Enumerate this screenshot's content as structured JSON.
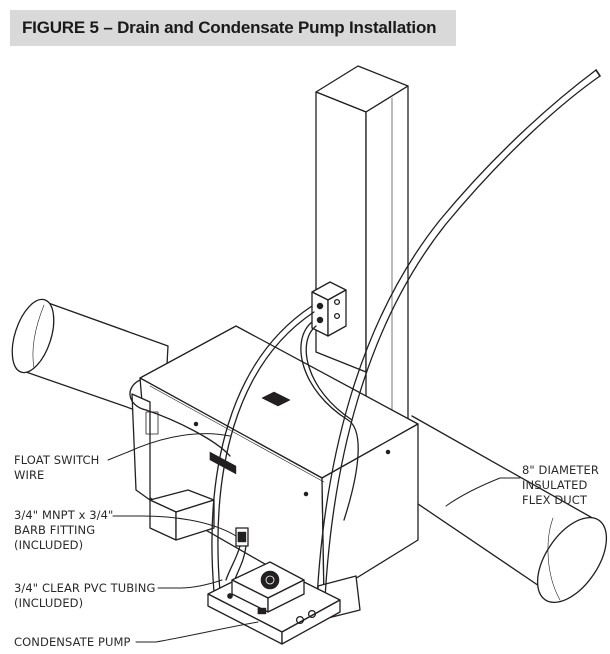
{
  "figure": {
    "title": "FIGURE 5 – Drain and Condensate Pump Installation"
  },
  "labels": {
    "float_switch": [
      "FLOAT SWITCH",
      "WIRE"
    ],
    "barb_fitting": [
      "3/4\" MNPT x 3/4\"",
      "BARB FITTING",
      "(INCLUDED)"
    ],
    "pvc_tubing": [
      "3/4\" CLEAR PVC TUBING",
      "(INCLUDED)"
    ],
    "condensate_pump": [
      "CONDENSATE PUMP"
    ],
    "flex_duct": [
      "8\" DIAMETER",
      "INSULATED",
      "FLEX DUCT"
    ]
  },
  "colors": {
    "line": "#231f20",
    "title_bg": "#d9d9d9"
  }
}
